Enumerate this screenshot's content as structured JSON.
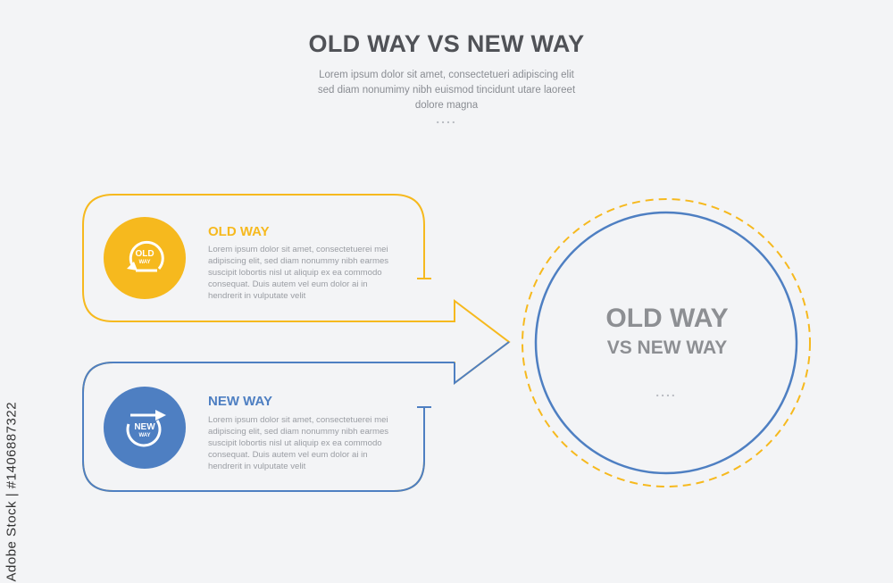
{
  "header": {
    "title": "OLD WAY VS NEW WAY",
    "subtitle": "Lorem ipsum dolor sit amet, consectetueri adipiscing elit sed diam nonumimy nibh euismod tincidunt utare laoreet dolore magna",
    "dots": "...."
  },
  "old_way": {
    "badge_label_top": "OLD",
    "badge_label_bottom": "WAY",
    "heading": "OLD WAY",
    "body": "Lorem ipsum dolor sit amet, consectetuerei mei adipiscing elit, sed diam nonummy nibh earmes  suscipit lobortis nisl ut aliquip ex ea commodo consequat. Duis autem vel eum dolor ai in hendrerit in vulputate velit",
    "color": "#f6b91e"
  },
  "new_way": {
    "badge_label_top": "NEW",
    "badge_label_bottom": "WAY",
    "heading": "NEW WAY",
    "body": "Lorem ipsum dolor sit amet, consectetuerei mei adipiscing elit, sed diam nonummy nibh earmes  suscipit lobortis nisl ut aliquip ex ea commodo consequat. Duis autem vel eum dolor ai in hendrerit in vulputate velit",
    "color": "#4e7fc2"
  },
  "center": {
    "line1": "OLD WAY",
    "line2": "VS NEW WAY",
    "dots": "...."
  },
  "watermark": {
    "side_text": "Adobe Stock | #1406887322"
  },
  "colors": {
    "background": "#f3f4f6",
    "yellow": "#f6b91e",
    "blue": "#4e7fc2",
    "title": "#505257",
    "body_text": "#9a9da3"
  }
}
